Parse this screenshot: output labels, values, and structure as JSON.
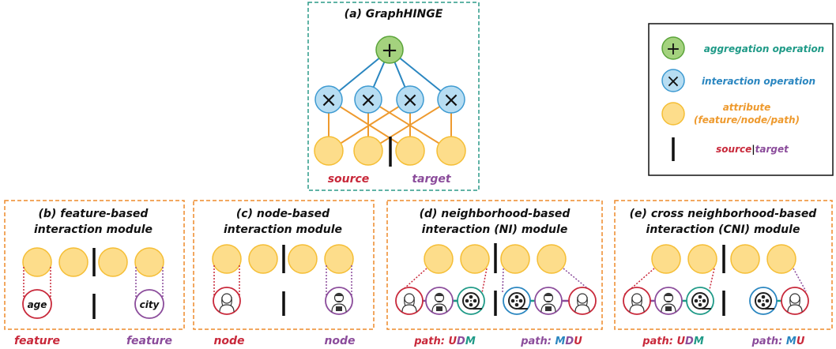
{
  "colors": {
    "attr_fill": "#FDDD8B",
    "attr_stroke": "#F5BE35",
    "agg_fill": "#A4D27E",
    "agg_stroke": "#5BA43A",
    "inter_fill": "#B7DDF2",
    "inter_stroke": "#3D9AD1",
    "blue_line": "#2A86C0",
    "orange_line": "#EE9A2E",
    "teal": "#1F9A87",
    "blue_text": "#2A86C0",
    "orange_text": "#EE9A2E",
    "red": "#C8283A",
    "purple": "#8B4C9B",
    "teal_border": "#2B9A88",
    "orange_border": "#EE8A2A"
  },
  "top": {
    "title": "(a) GraphHINGE",
    "source": "source",
    "target": "target"
  },
  "legend": {
    "aggregation": "aggregation operation",
    "interaction": "interaction operation",
    "attribute_line1": "attribute",
    "attribute_line2": "(feature/node/path)",
    "source": "source",
    "sep": "|",
    "target": "target",
    "agg_symbol": "+",
    "inter_symbol": "×"
  },
  "panels": {
    "b": {
      "title1": "(b) feature-based",
      "title2": "interaction module",
      "left_circle": "age",
      "right_circle": "city",
      "label_left": "feature",
      "label_right": "feature"
    },
    "c": {
      "title1": "(c) node-based",
      "title2": "interaction module",
      "label_left": "node",
      "label_right": "node"
    },
    "d": {
      "title1": "(d) neighborhood-based",
      "title2": "interaction (NI) module",
      "label_left_prefix": "path: ",
      "label_left_u": "U",
      "label_left_d": "D",
      "label_left_m": "M",
      "label_right_prefix": "path: ",
      "label_right_m": "M",
      "label_right_d": "D",
      "label_right_u": "U"
    },
    "e": {
      "title1": "(e) cross neighborhood-based",
      "title2": "interaction (CNI) module",
      "label_left_prefix": "path: ",
      "label_left_u": "U",
      "label_left_d": "D",
      "label_left_m": "M",
      "label_right_prefix": "path: ",
      "label_right_m": "M",
      "label_right_u": "U"
    }
  }
}
